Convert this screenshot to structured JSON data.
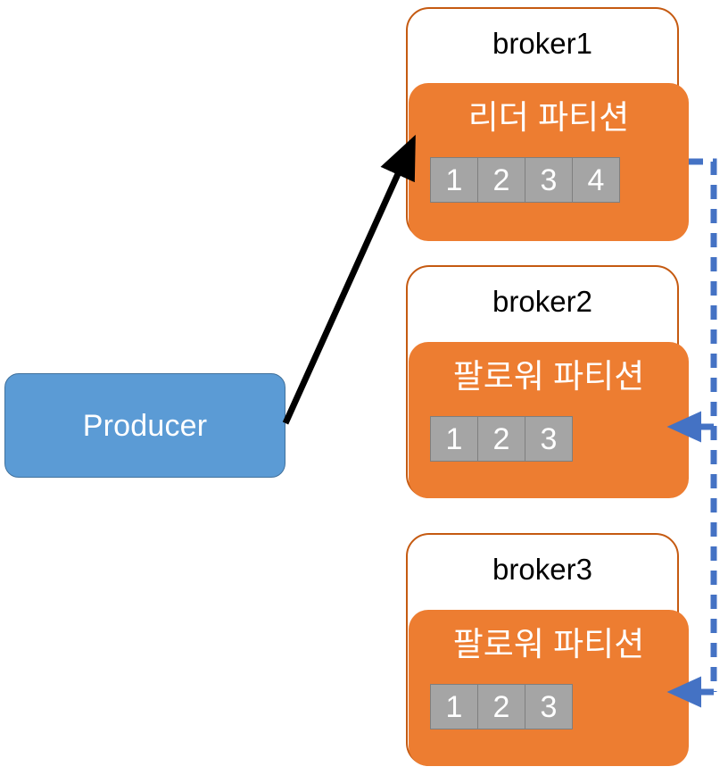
{
  "diagram": {
    "title": "Kafka leader and follower partition replication",
    "colors": {
      "orange_panel": "#ED7D31",
      "orange_border": "#C55A11",
      "producer_blue": "#5B9BD5",
      "producer_border": "#41719C",
      "cell_gray": "#A5A5A5",
      "cell_border": "#7F7F7F",
      "replication_arrow_blue": "#4472C4",
      "produce_arrow_black": "#000000",
      "background": "#FFFFFF"
    },
    "producer": {
      "label": "Producer"
    },
    "brokers": [
      {
        "name": "broker1",
        "partition_label": "리더 파티션",
        "partition_role": "leader",
        "cells": [
          "1",
          "2",
          "3",
          "4"
        ]
      },
      {
        "name": "broker2",
        "partition_label": "팔로워 파티션",
        "partition_role": "follower",
        "cells": [
          "1",
          "2",
          "3"
        ]
      },
      {
        "name": "broker3",
        "partition_label": "팔로워 파티션",
        "partition_role": "follower",
        "cells": [
          "1",
          "2",
          "3"
        ]
      }
    ],
    "connectors": [
      {
        "id": "produce-arrow",
        "style": "solid",
        "color": "#000000",
        "from": "Producer",
        "to": "broker1"
      },
      {
        "id": "replication-arrow-broker2",
        "style": "dashed",
        "color": "#4472C4",
        "from": "broker1",
        "to": "broker2"
      },
      {
        "id": "replication-arrow-broker3",
        "style": "dashed",
        "color": "#4472C4",
        "from": "broker1",
        "to": "broker3"
      }
    ]
  }
}
